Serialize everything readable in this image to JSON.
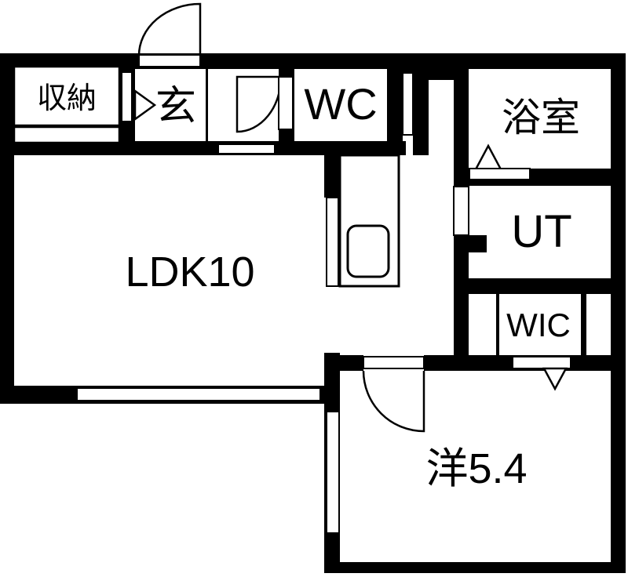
{
  "plan": {
    "type": "apartment-floor-plan",
    "colors": {
      "wall": "#000000",
      "floor": "#ffffff",
      "line": "#000000"
    },
    "rooms": [
      {
        "id": "storage",
        "label": "収納"
      },
      {
        "id": "entrance",
        "label": "玄"
      },
      {
        "id": "toilet",
        "label": "WC"
      },
      {
        "id": "bathroom",
        "label": "浴室"
      },
      {
        "id": "utility",
        "label": "UT"
      },
      {
        "id": "walk_in_closet",
        "label": "WIC"
      },
      {
        "id": "living_dining_kitchen",
        "label": "LDK10"
      },
      {
        "id": "western_room",
        "label": "洋5.4"
      }
    ],
    "symbols": [
      "entrance-door-swing",
      "wc-door-swing",
      "western-room-door-swing",
      "bathroom-folding-door-triangle",
      "wic-folding-door-triangle",
      "storage-folding-door-triangle",
      "ldk-window",
      "western-room-window",
      "kitchen-counter",
      "kitchen-sink"
    ]
  }
}
